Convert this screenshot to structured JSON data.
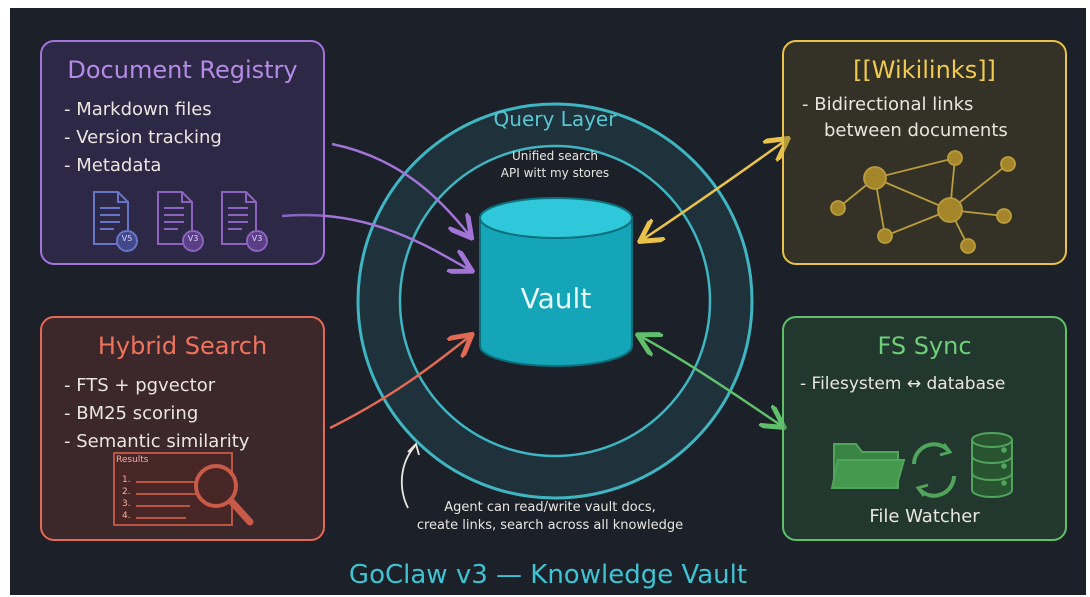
{
  "registry": {
    "title": "Document Registry",
    "items": [
      "Markdown files",
      "Version tracking",
      "Metadata"
    ],
    "doc_badges": [
      "V5",
      "V3",
      "V3"
    ],
    "color": "#a374d8"
  },
  "wikilinks": {
    "title": "[[Wikilinks]]",
    "lines": [
      "- Bidirectional links",
      "between documents"
    ],
    "color": "#e8c24a"
  },
  "hybrid": {
    "title": "Hybrid Search",
    "items": [
      "FTS + pgvector",
      "BM25 scoring",
      "Semantic similarity"
    ],
    "results_label": "Results",
    "result_rows": [
      "1.",
      "2.",
      "3.",
      "4."
    ],
    "color": "#e26a54"
  },
  "fssync": {
    "title": "FS Sync",
    "item": "- Filesystem ↔ database",
    "caption": "File Watcher",
    "color": "#5fbf6a"
  },
  "query_layer": {
    "title": "Query Layer",
    "subtitle_lines": [
      "Unified search",
      "API witt my stores"
    ],
    "color": "#3fb6c2"
  },
  "vault": {
    "label": "Vault",
    "color": "#14a6b8"
  },
  "agent_note": {
    "lines": [
      "Agent can read/write vault docs,",
      "create links, search across all knowledge"
    ]
  },
  "footer": {
    "title": "GoClaw v3 — Knowledge Vault",
    "color": "#3ec3d2"
  }
}
